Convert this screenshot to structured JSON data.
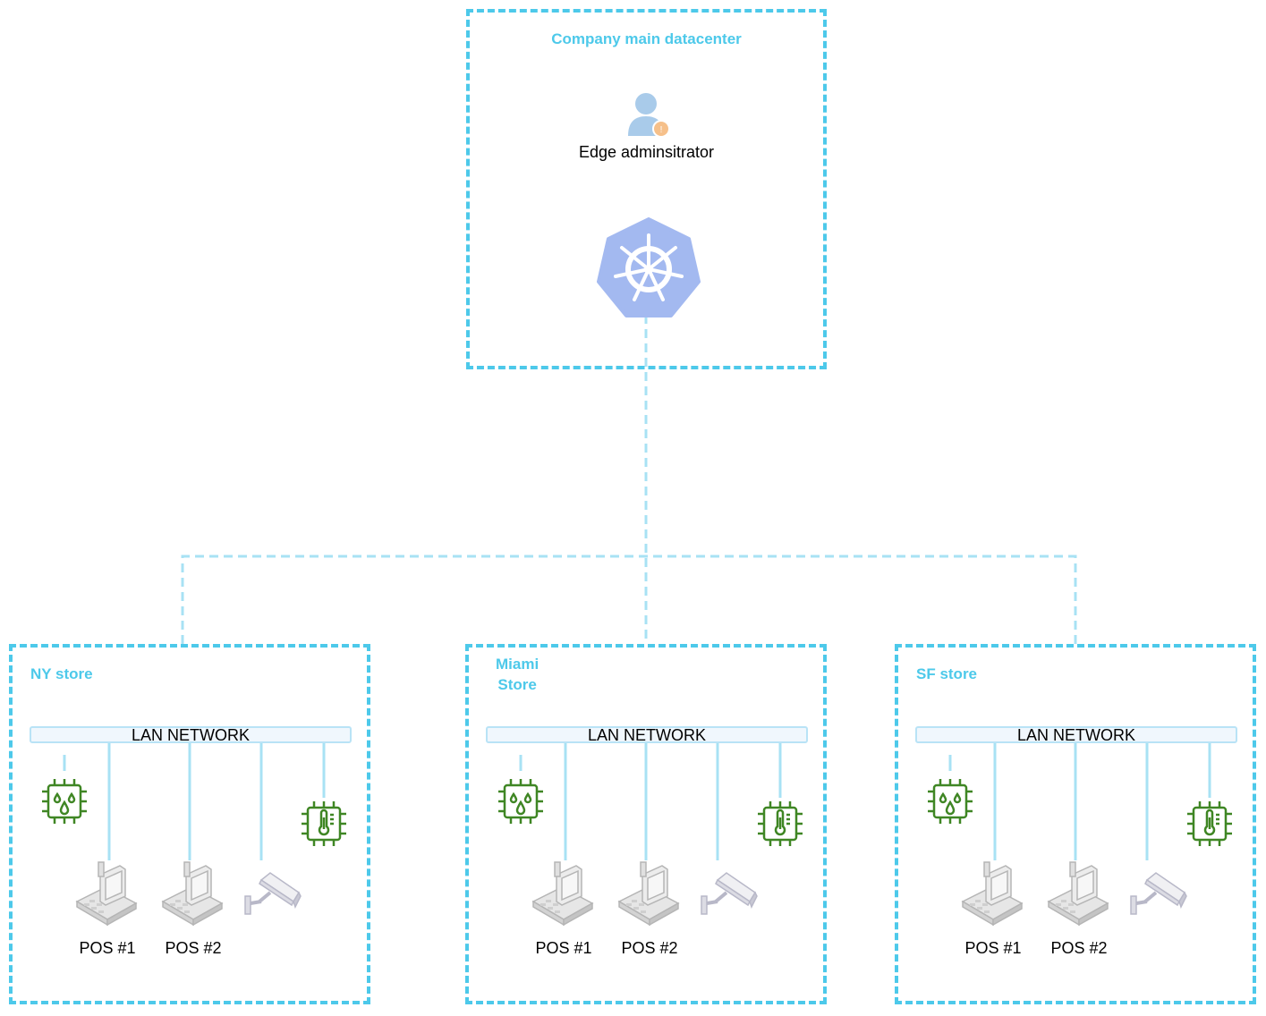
{
  "datacenter": {
    "title": "Company main datacenter",
    "admin_label": "Edge adminsitrator",
    "admin_icon": "admin-user-icon",
    "cluster_icon": "kubernetes-icon"
  },
  "stores": [
    {
      "title": "NY store",
      "lan_label": "LAN NETWORK",
      "pos1_label": "POS #1",
      "pos2_label": "POS #2"
    },
    {
      "title": "Miami\n Store",
      "lan_label": "LAN NETWORK",
      "pos1_label": "POS #1",
      "pos2_label": "POS #2"
    },
    {
      "title": "SF store",
      "lan_label": "LAN NETWORK",
      "pos1_label": "POS #1",
      "pos2_label": "POS #2"
    }
  ],
  "device_icons": [
    "humidity-sensor-icon",
    "temperature-sensor-icon",
    "pos-terminal-icon",
    "security-camera-icon"
  ],
  "colors": {
    "container_border": "#4dc9ea",
    "link": "#a8e2f4",
    "sensor": "#3f8624",
    "kubernetes": "#a3b9f0"
  }
}
